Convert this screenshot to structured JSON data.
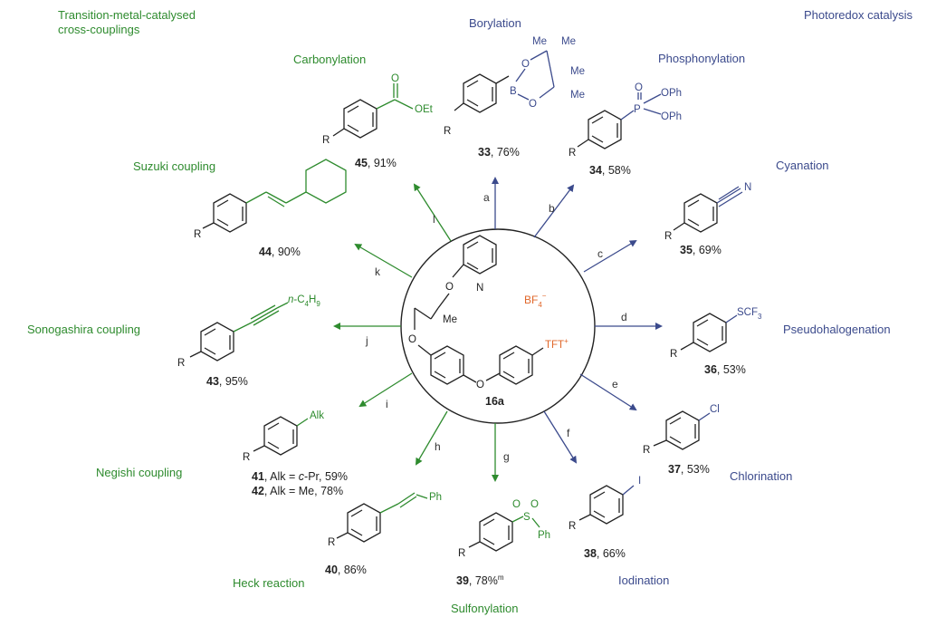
{
  "headers": {
    "left": [
      "Transition-metal-catalysed",
      "cross-couplings"
    ],
    "right": "Photoredox catalysis"
  },
  "colors": {
    "green": "#2e8b2e",
    "blue": "#3b4a8c",
    "orange": "#e0672a",
    "black": "#222222"
  },
  "center": {
    "compound": "16a",
    "counterion": "BF",
    "counterion_sub": "4",
    "counterion_sup": "−",
    "tft": "TFT",
    "tft_sup": "+",
    "n_atom": "N",
    "me": "Me",
    "o1": "O",
    "o2": "O",
    "o3": "O"
  },
  "reactions": [
    {
      "letter": "a",
      "name": "Borylation",
      "compound": "33",
      "yield": ", 76%"
    },
    {
      "letter": "b",
      "name": "Phosphonylation",
      "compound": "34",
      "yield": ", 58%"
    },
    {
      "letter": "c",
      "name": "Cyanation",
      "compound": "35",
      "yield": ", 69%"
    },
    {
      "letter": "d",
      "name": "Pseudohalogenation",
      "compound": "36",
      "yield": ", 53%"
    },
    {
      "letter": "e",
      "name": "Chlorination",
      "compound": "37",
      "yield": ", 53%"
    },
    {
      "letter": "f",
      "name": "Iodination",
      "compound": "38",
      "yield": ", 66%"
    },
    {
      "letter": "g",
      "name": "Sulfonylation",
      "compound": "39",
      "yield": ", 78%",
      "yield_sup": "m"
    },
    {
      "letter": "h",
      "name": "Heck reaction",
      "compound": "40",
      "yield": ", 86%"
    },
    {
      "letter": "i",
      "name": "Negishi coupling",
      "compound": "41",
      "yield": ", Alk = ",
      "yield_italic": "c",
      "yield_rest": "-Pr, 59%",
      "compound2": "42",
      "yield2": ", Alk = Me, 78%"
    },
    {
      "letter": "j",
      "name": "Sonogashira coupling",
      "compound": "43",
      "yield": ", 95%"
    },
    {
      "letter": "k",
      "name": "Suzuki coupling",
      "compound": "44",
      "yield": ", 90%"
    },
    {
      "letter": "l",
      "name": "Carbonylation",
      "compound": "45",
      "yield": ", 91%"
    }
  ],
  "substituents": {
    "R": "R",
    "B": "B",
    "O": "O",
    "Me": "Me",
    "P": "P",
    "OPh": "OPh",
    "N": "N",
    "SCF": "SCF",
    "SCF_sub": "3",
    "Cl": "Cl",
    "I": "I",
    "S": "S",
    "Ph": "Ph",
    "Alk": "Alk",
    "nC": "n",
    "C4H": "-C",
    "C4_sub": "4",
    "H9": "H",
    "H9_sub": "9",
    "OEt": "OEt"
  }
}
